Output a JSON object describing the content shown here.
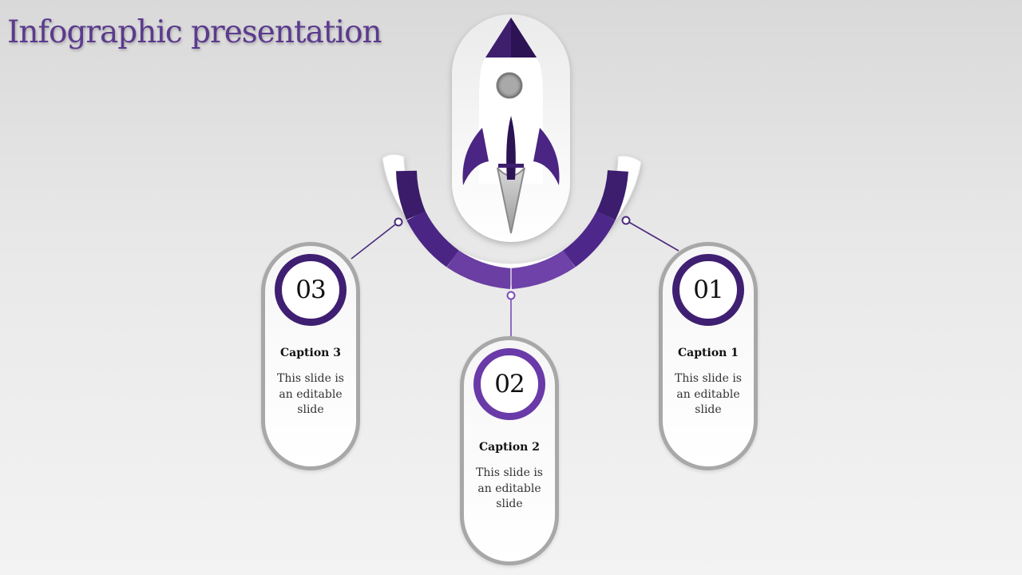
{
  "title": "Infographic presentation",
  "colors": {
    "accent_dark": "#3f1f72",
    "accent_mid": "#5b2d91",
    "accent_light": "#7a4bb8",
    "pill_border": "#a8a8a8"
  },
  "icons": {
    "center": "rocket-icon"
  },
  "steps": [
    {
      "number": "01",
      "caption": "Caption 1",
      "text": "This slide is an editable slide"
    },
    {
      "number": "02",
      "caption": "Caption 2",
      "text": "This slide is an editable slide"
    },
    {
      "number": "03",
      "caption": "Caption 3",
      "text": "This slide is an editable slide"
    }
  ]
}
